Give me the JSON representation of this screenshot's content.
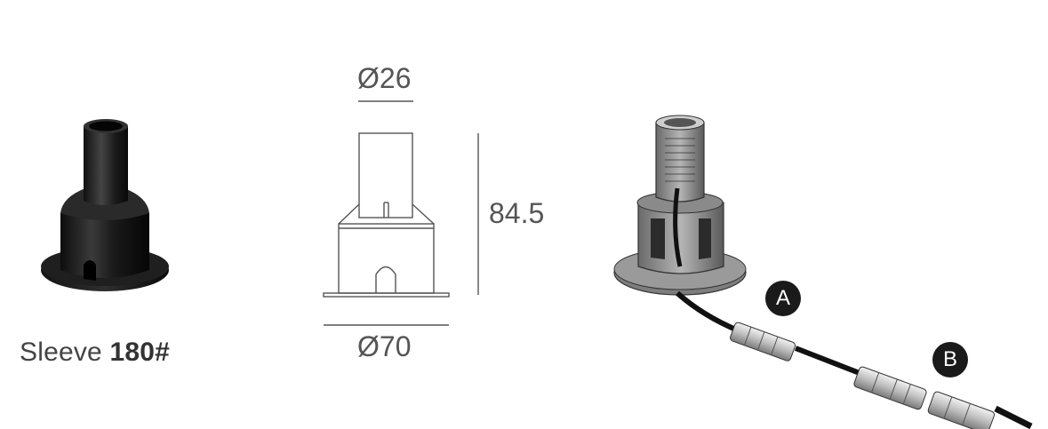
{
  "product": {
    "name": "Sleeve",
    "number": "180#"
  },
  "dimensions": {
    "top_diameter": "Ø26",
    "bottom_diameter": "Ø70",
    "height": "84.5"
  },
  "callouts": {
    "a": "A",
    "b": "B"
  }
}
